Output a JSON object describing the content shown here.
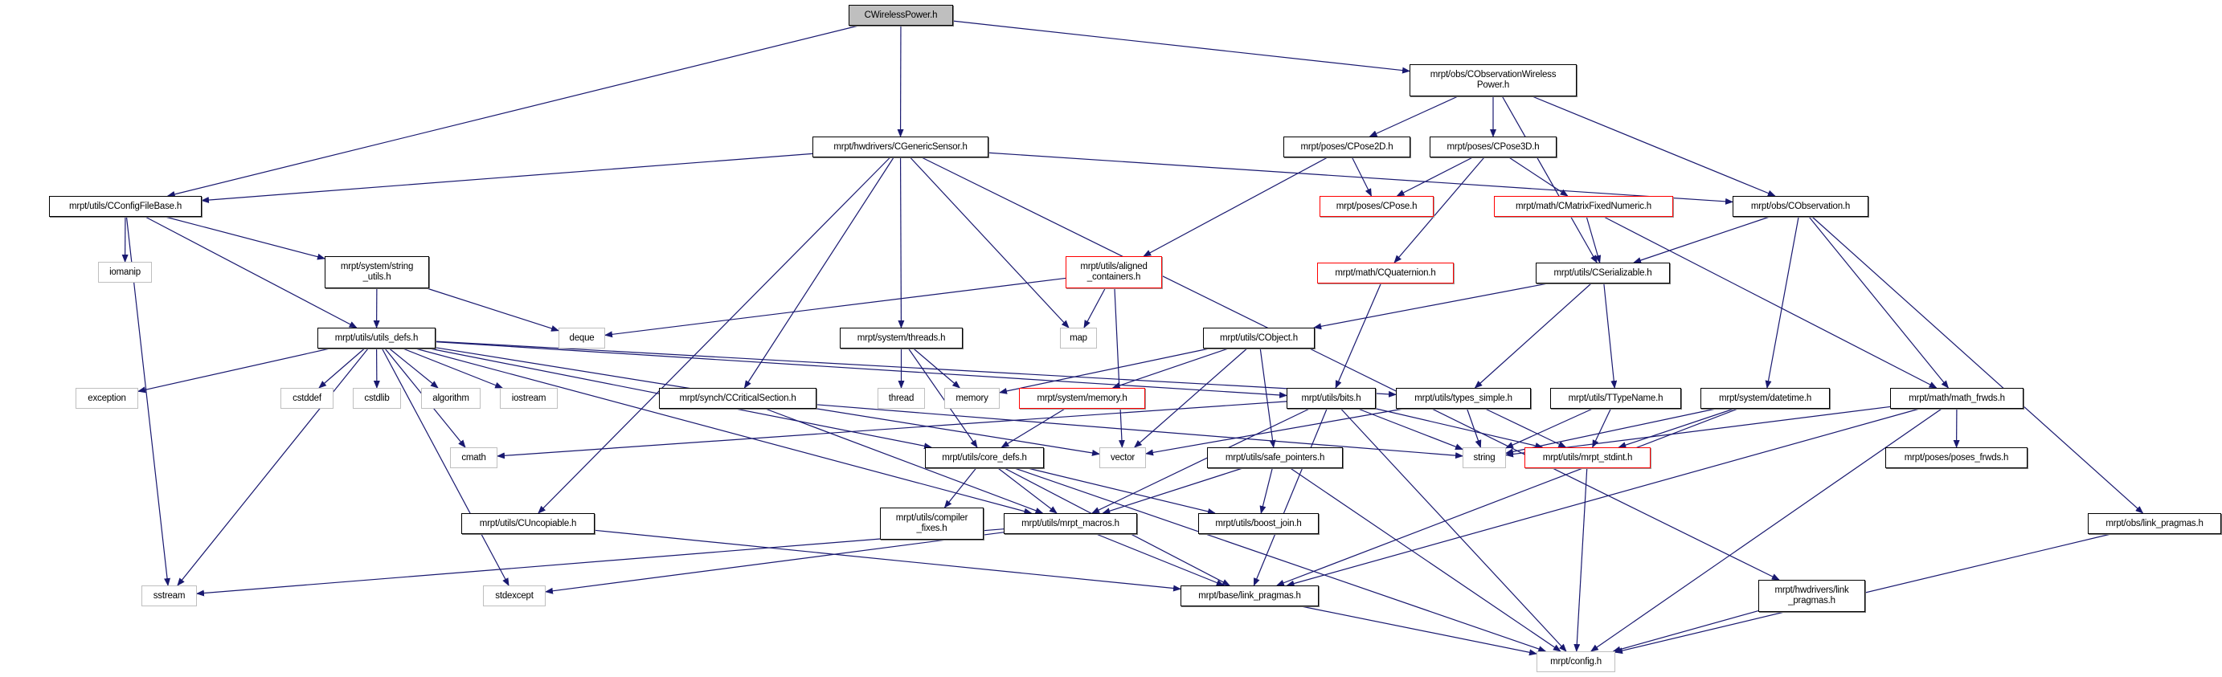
{
  "graph": {
    "root": "CWirelessPower.h",
    "colors": {
      "edge": "#191970",
      "node_border": "#000000",
      "truncated_border": "#ff0000",
      "system_border": "#bfbfbf",
      "root_fill": "#bfbfbf"
    },
    "nodes": [
      {
        "id": "root",
        "label": "CWirelessPower.h",
        "kind": "root"
      },
      {
        "id": "cowp",
        "label": "mrpt/obs/CObservationWireless\nPower.h",
        "kind": "normal"
      },
      {
        "id": "cgs",
        "label": "mrpt/hwdrivers/CGenericSensor.h",
        "kind": "normal"
      },
      {
        "id": "cpose2d",
        "label": "mrpt/poses/CPose2D.h",
        "kind": "normal"
      },
      {
        "id": "cpose3d",
        "label": "mrpt/poses/CPose3D.h",
        "kind": "normal"
      },
      {
        "id": "ccfb",
        "label": "mrpt/utils/CConfigFileBase.h",
        "kind": "normal"
      },
      {
        "id": "cpose",
        "label": "mrpt/poses/CPose.h",
        "kind": "truncated"
      },
      {
        "id": "cmfn",
        "label": "mrpt/math/CMatrixFixedNumeric.h",
        "kind": "truncated"
      },
      {
        "id": "cobs",
        "label": "mrpt/obs/CObservation.h",
        "kind": "normal"
      },
      {
        "id": "iomanip",
        "label": "iomanip",
        "kind": "system"
      },
      {
        "id": "strutils",
        "label": "mrpt/system/string\n_utils.h",
        "kind": "normal"
      },
      {
        "id": "aligned",
        "label": "mrpt/utils/aligned\n_containers.h",
        "kind": "truncated"
      },
      {
        "id": "cquat",
        "label": "mrpt/math/CQuaternion.h",
        "kind": "truncated"
      },
      {
        "id": "cser",
        "label": "mrpt/utils/CSerializable.h",
        "kind": "normal"
      },
      {
        "id": "udefs",
        "label": "mrpt/utils/utils_defs.h",
        "kind": "normal"
      },
      {
        "id": "deque",
        "label": "deque",
        "kind": "system"
      },
      {
        "id": "threads",
        "label": "mrpt/system/threads.h",
        "kind": "normal"
      },
      {
        "id": "map",
        "label": "map",
        "kind": "system"
      },
      {
        "id": "cobject",
        "label": "mrpt/utils/CObject.h",
        "kind": "normal"
      },
      {
        "id": "exception",
        "label": "exception",
        "kind": "system"
      },
      {
        "id": "cstddef",
        "label": "cstddef",
        "kind": "system"
      },
      {
        "id": "cstdlib",
        "label": "cstdlib",
        "kind": "system"
      },
      {
        "id": "algorithm",
        "label": "algorithm",
        "kind": "system"
      },
      {
        "id": "iostream",
        "label": "iostream",
        "kind": "system"
      },
      {
        "id": "ccs",
        "label": "mrpt/synch/CCriticalSection.h",
        "kind": "normal"
      },
      {
        "id": "thread",
        "label": "thread",
        "kind": "system"
      },
      {
        "id": "memory",
        "label": "memory",
        "kind": "system"
      },
      {
        "id": "sysmem",
        "label": "mrpt/system/memory.h",
        "kind": "truncated"
      },
      {
        "id": "bits",
        "label": "mrpt/utils/bits.h",
        "kind": "normal"
      },
      {
        "id": "types",
        "label": "mrpt/utils/types_simple.h",
        "kind": "normal"
      },
      {
        "id": "ttype",
        "label": "mrpt/utils/TTypeName.h",
        "kind": "normal"
      },
      {
        "id": "datetime",
        "label": "mrpt/system/datetime.h",
        "kind": "normal"
      },
      {
        "id": "mathfw",
        "label": "mrpt/math/math_frwds.h",
        "kind": "normal"
      },
      {
        "id": "cmath",
        "label": "cmath",
        "kind": "system"
      },
      {
        "id": "coredefs",
        "label": "mrpt/utils/core_defs.h",
        "kind": "normal"
      },
      {
        "id": "vector",
        "label": "vector",
        "kind": "system"
      },
      {
        "id": "safeptr",
        "label": "mrpt/utils/safe_pointers.h",
        "kind": "normal"
      },
      {
        "id": "string",
        "label": "string",
        "kind": "system"
      },
      {
        "id": "stdint",
        "label": "mrpt/utils/mrpt_stdint.h",
        "kind": "truncated"
      },
      {
        "id": "posesfw",
        "label": "mrpt/poses/poses_frwds.h",
        "kind": "normal"
      },
      {
        "id": "cuncop",
        "label": "mrpt/utils/CUncopiable.h",
        "kind": "normal"
      },
      {
        "id": "compfix",
        "label": "mrpt/utils/compiler\n_fixes.h",
        "kind": "normal"
      },
      {
        "id": "macros",
        "label": "mrpt/utils/mrpt_macros.h",
        "kind": "normal"
      },
      {
        "id": "boostjoin",
        "label": "mrpt/utils/boost_join.h",
        "kind": "normal"
      },
      {
        "id": "obslink",
        "label": "mrpt/obs/link_pragmas.h",
        "kind": "normal"
      },
      {
        "id": "hwlink",
        "label": "mrpt/hwdrivers/link\n_pragmas.h",
        "kind": "normal"
      },
      {
        "id": "sstream",
        "label": "sstream",
        "kind": "system"
      },
      {
        "id": "stdexcept",
        "label": "stdexcept",
        "kind": "system"
      },
      {
        "id": "baselink",
        "label": "mrpt/base/link_pragmas.h",
        "kind": "normal"
      },
      {
        "id": "config",
        "label": "mrpt/config.h",
        "kind": "system"
      }
    ],
    "edges": [
      [
        "root",
        "ccfb"
      ],
      [
        "root",
        "cgs"
      ],
      [
        "root",
        "cowp"
      ],
      [
        "cowp",
        "cpose2d"
      ],
      [
        "cowp",
        "cpose3d"
      ],
      [
        "cowp",
        "cobs"
      ],
      [
        "cowp",
        "cser"
      ],
      [
        "cgs",
        "ccfb"
      ],
      [
        "cgs",
        "cuncop"
      ],
      [
        "cgs",
        "ccs"
      ],
      [
        "cgs",
        "threads"
      ],
      [
        "cgs",
        "map"
      ],
      [
        "cgs",
        "cobs"
      ],
      [
        "cgs",
        "hwlink"
      ],
      [
        "ccfb",
        "iomanip"
      ],
      [
        "ccfb",
        "strutils"
      ],
      [
        "ccfb",
        "udefs"
      ],
      [
        "ccfb",
        "sstream"
      ],
      [
        "strutils",
        "udefs"
      ],
      [
        "strutils",
        "deque"
      ],
      [
        "udefs",
        "exception"
      ],
      [
        "udefs",
        "cstddef"
      ],
      [
        "udefs",
        "cstdlib"
      ],
      [
        "udefs",
        "algorithm"
      ],
      [
        "udefs",
        "iostream"
      ],
      [
        "udefs",
        "cmath"
      ],
      [
        "udefs",
        "sstream"
      ],
      [
        "udefs",
        "stdexcept"
      ],
      [
        "udefs",
        "bits"
      ],
      [
        "udefs",
        "types"
      ],
      [
        "udefs",
        "coredefs"
      ],
      [
        "udefs",
        "vector"
      ],
      [
        "udefs",
        "macros"
      ],
      [
        "cpose2d",
        "cpose"
      ],
      [
        "cpose2d",
        "aligned"
      ],
      [
        "cpose3d",
        "cpose"
      ],
      [
        "cpose3d",
        "cquat"
      ],
      [
        "cpose3d",
        "cmfn"
      ],
      [
        "cmfn",
        "cser"
      ],
      [
        "cmfn",
        "mathfw"
      ],
      [
        "cobs",
        "cser"
      ],
      [
        "cobs",
        "datetime"
      ],
      [
        "cobs",
        "mathfw"
      ],
      [
        "cobs",
        "obslink"
      ],
      [
        "aligned",
        "deque"
      ],
      [
        "aligned",
        "map"
      ],
      [
        "aligned",
        "vector"
      ],
      [
        "cquat",
        "bits"
      ],
      [
        "cser",
        "cobject"
      ],
      [
        "cser",
        "types"
      ],
      [
        "cser",
        "ttype"
      ],
      [
        "threads",
        "thread"
      ],
      [
        "threads",
        "memory"
      ],
      [
        "threads",
        "coredefs"
      ],
      [
        "cobject",
        "memory"
      ],
      [
        "cobject",
        "sysmem"
      ],
      [
        "cobject",
        "vector"
      ],
      [
        "cobject",
        "safeptr"
      ],
      [
        "ccs",
        "macros"
      ],
      [
        "ccs",
        "string"
      ],
      [
        "sysmem",
        "coredefs"
      ],
      [
        "bits",
        "cmath"
      ],
      [
        "bits",
        "string"
      ],
      [
        "bits",
        "stdint"
      ],
      [
        "bits",
        "macros"
      ],
      [
        "bits",
        "baselink"
      ],
      [
        "bits",
        "config"
      ],
      [
        "types",
        "vector"
      ],
      [
        "types",
        "string"
      ],
      [
        "types",
        "stdint"
      ],
      [
        "ttype",
        "string"
      ],
      [
        "ttype",
        "stdint"
      ],
      [
        "datetime",
        "string"
      ],
      [
        "datetime",
        "stdint"
      ],
      [
        "datetime",
        "baselink"
      ],
      [
        "mathfw",
        "string"
      ],
      [
        "mathfw",
        "posesfw"
      ],
      [
        "mathfw",
        "baselink"
      ],
      [
        "mathfw",
        "config"
      ],
      [
        "coredefs",
        "compfix"
      ],
      [
        "coredefs",
        "macros"
      ],
      [
        "coredefs",
        "boostjoin"
      ],
      [
        "coredefs",
        "baselink"
      ],
      [
        "coredefs",
        "config"
      ],
      [
        "safeptr",
        "macros"
      ],
      [
        "safeptr",
        "boostjoin"
      ],
      [
        "safeptr",
        "config"
      ],
      [
        "stdint",
        "config"
      ],
      [
        "macros",
        "sstream"
      ],
      [
        "macros",
        "stdexcept"
      ],
      [
        "macros",
        "baselink"
      ],
      [
        "cuncop",
        "baselink"
      ],
      [
        "baselink",
        "config"
      ],
      [
        "hwlink",
        "config"
      ],
      [
        "obslink",
        "config"
      ]
    ]
  }
}
